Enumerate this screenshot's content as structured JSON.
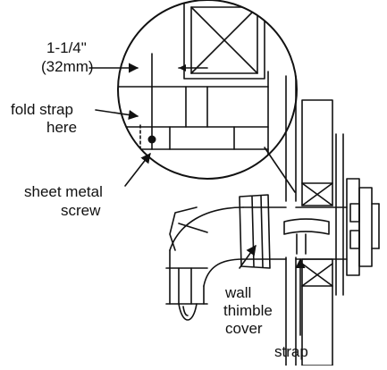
{
  "labels": {
    "dimension_imperial": "1-1/4\"",
    "dimension_metric": "(32mm)",
    "fold_line1": "fold strap",
    "fold_line2": "here",
    "screw_line1": "sheet metal",
    "screw_line2": "screw",
    "thimble_line1": "wall",
    "thimble_line2": "thimble",
    "thimble_line3": "cover",
    "strap": "strap"
  },
  "colors": {
    "ink": "#111111",
    "paper": "#ffffff"
  }
}
